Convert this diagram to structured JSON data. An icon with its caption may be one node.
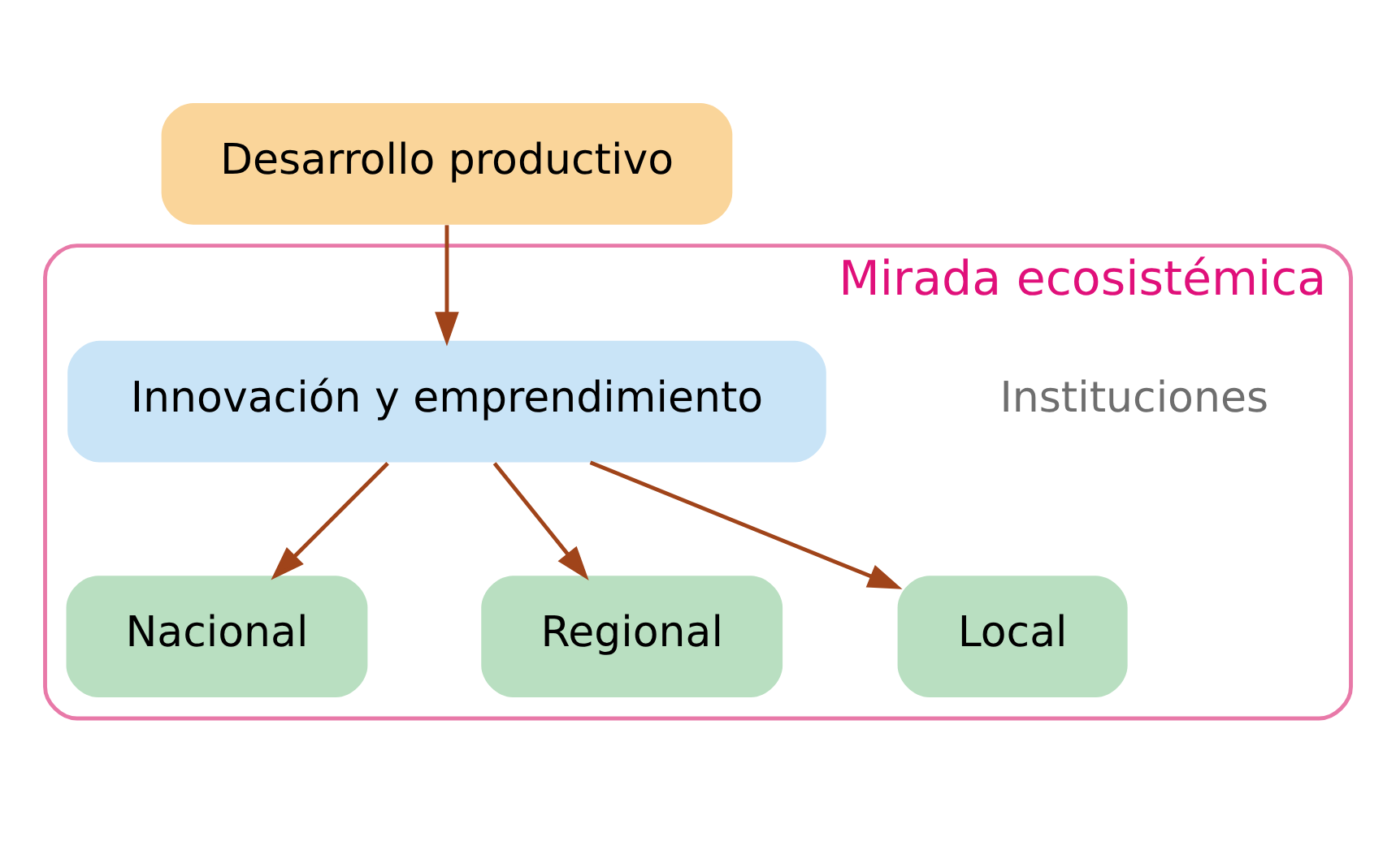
{
  "diagram": {
    "nodes": [
      {
        "text": [
          "Desarrollo productivo"
        ]
      },
      {
        "text": [
          "Mirada ecosistémica"
        ]
      },
      {
        "text": [
          "Innovación y emprendimiento"
        ],
        "in": 1
      },
      {
        "text": [
          "Nacional"
        ],
        "in": 1
      },
      {
        "text": [
          "Regional"
        ],
        "in": 1
      },
      {
        "text": [
          "Local"
        ],
        "in": 1
      }
    ],
    "edges": [
      {
        "from": 0,
        "to": 2,
        "arrow": "to"
      },
      {
        "from": 2,
        "to": 3,
        "arrow": "to"
      },
      {
        "from": 2,
        "to": 4,
        "arrow": "to"
      },
      {
        "from": 2,
        "to": 5,
        "arrow": "to"
      }
    ],
    "labels": [
      "Instituciones"
    ]
  }
}
